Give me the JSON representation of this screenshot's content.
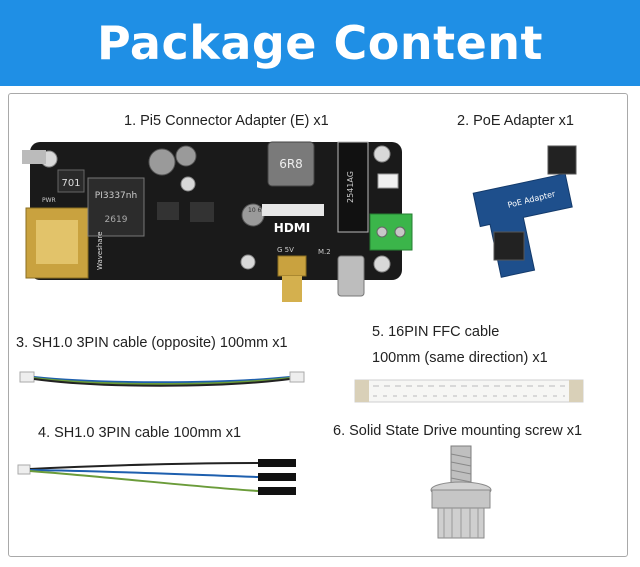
{
  "banner": {
    "title": "Package Content"
  },
  "items": [
    {
      "label": "1. Pi5 Connector Adapter (E) x1"
    },
    {
      "label": "2. PoE Adapter x1"
    },
    {
      "label": "3. SH1.0 3PIN cable (opposite) 100mm x1"
    },
    {
      "label_line1": "5. 16PIN FFC cable",
      "label_line2": "100mm (same direction) x1"
    },
    {
      "label": "4. SH1.0 3PIN cable 100mm x1"
    },
    {
      "label": "6. Solid State Drive mounting screw x1"
    }
  ],
  "board_markings": {
    "hdmi": "HDMI",
    "poe_adapter": "PoE Adapter",
    "chip": "PI3337nh",
    "inductor": "6R8",
    "chip_code": "701",
    "ssd_slot": "2541AG",
    "chip_number": "2619",
    "pwr": "PWR",
    "g_5v": "G 5V",
    "m2": "M.2",
    "capacitor": "10 63V",
    "brand": "Waveshare"
  },
  "colors": {
    "banner": "#1f8fe5",
    "board": "#1a1a1a",
    "poe_board": "#1e4f8c",
    "terminal": "#3bb54a",
    "gold": "#c9a23f"
  }
}
